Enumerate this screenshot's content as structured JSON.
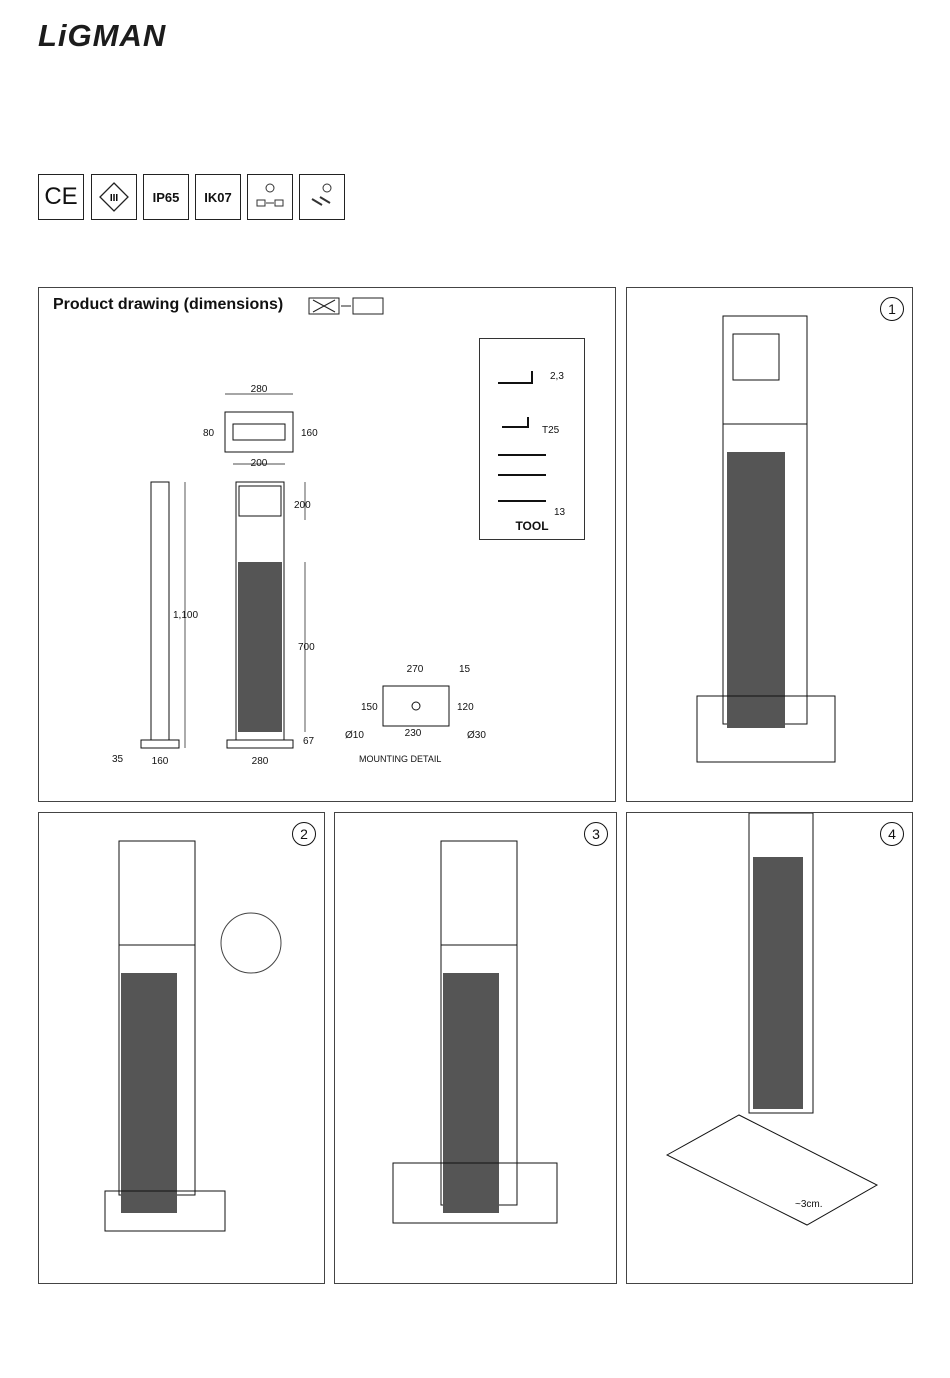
{
  "brand": "LiGMAN",
  "certifications": [
    "CE",
    "Class III",
    "IP65",
    "IK07",
    "driver-icon",
    "connection-icon"
  ],
  "drawing_panel": {
    "title": "Product drawing (dimensions)",
    "tool_label": "TOOL",
    "tool_sizes": [
      "2,3",
      "T25",
      "13"
    ],
    "mounting_label": "MOUNTING DETAIL",
    "dims": {
      "top_w": "280",
      "top_h": "160",
      "top_inner_h": "80",
      "top_inner_w": "200",
      "height": "1,100",
      "base_h": "35",
      "side_w": "160",
      "head_h": "200",
      "grille_h": "700",
      "plinth_h": "67",
      "front_w": "280",
      "m_w": "270",
      "m_off": "15",
      "m_h": "150",
      "m_h2": "120",
      "m_hole": "Ø10",
      "m_spacing": "230",
      "m_center": "Ø30"
    }
  },
  "steps": [
    "1",
    "2",
    "3",
    "4"
  ],
  "step4_note": "~3cm."
}
